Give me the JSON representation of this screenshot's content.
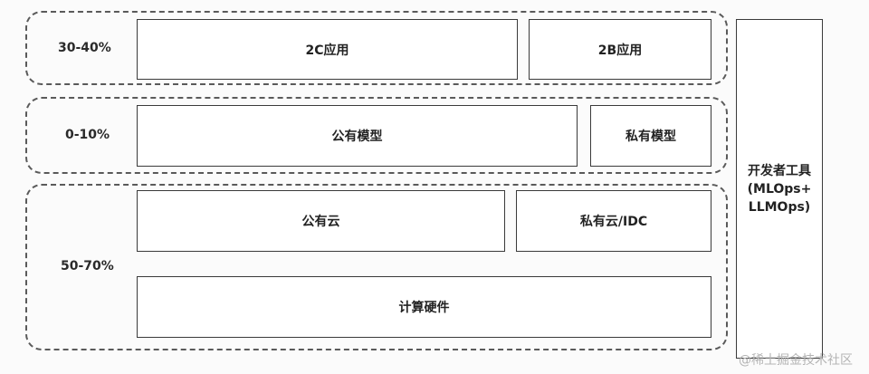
{
  "layers": [
    {
      "label": "30-40%",
      "boxes": [
        "2C应用",
        "2B应用"
      ]
    },
    {
      "label": "0-10%",
      "boxes": [
        "公有模型",
        "私有模型"
      ]
    },
    {
      "label": "50-70%",
      "boxes": [
        "公有云",
        "私有云/IDC",
        "计算硬件"
      ]
    }
  ],
  "tools": {
    "line1": "开发者工具",
    "line2": "(MLOps+",
    "line3": "LLMOps)"
  },
  "watermark": "@稀土掘金技术社区"
}
